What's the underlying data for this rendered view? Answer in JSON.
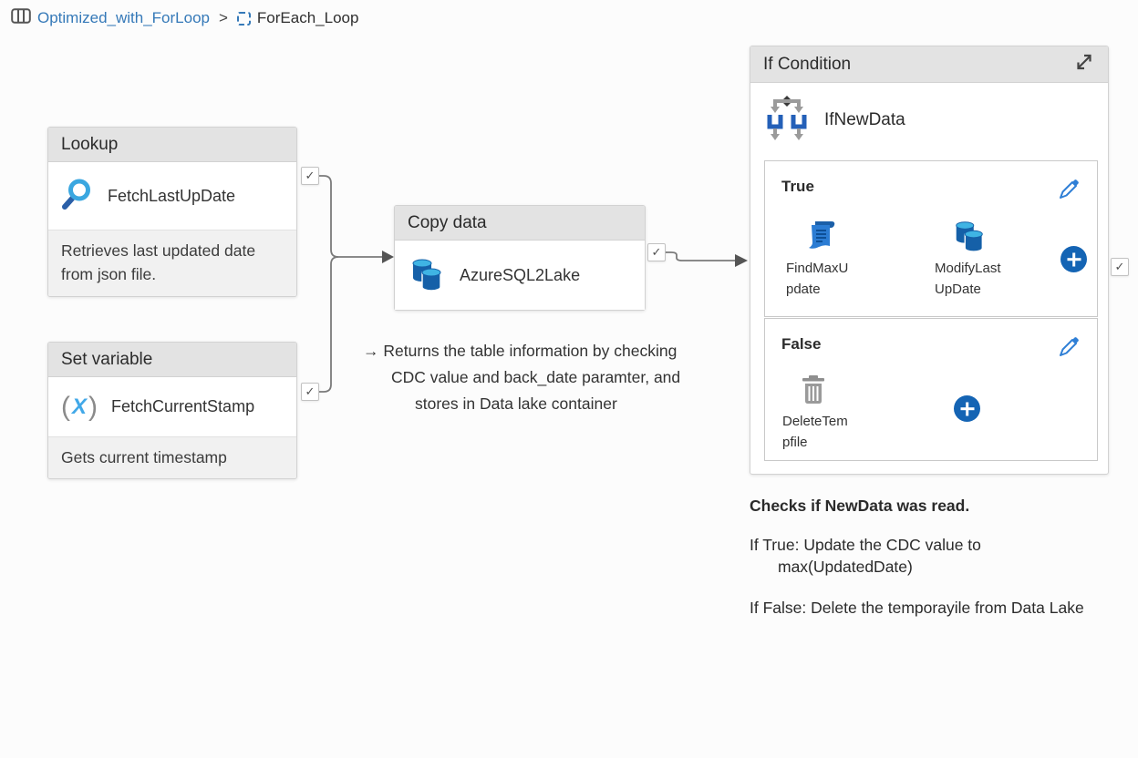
{
  "breadcrumb": {
    "pipeline": "Optimized_with_ForLoop",
    "separator": ">",
    "activity": "ForEach_Loop"
  },
  "icons": {
    "check": "✓"
  },
  "lookup": {
    "type": "Lookup",
    "name": "FetchLastUpDate",
    "note": "Retrieves last updated date from json file."
  },
  "set_variable": {
    "type": "Set variable",
    "name": "FetchCurrentStamp",
    "paren_open": "(",
    "x_glyph": "X",
    "paren_close": ")",
    "note": "Gets current timestamp"
  },
  "copy_data": {
    "type": "Copy data",
    "name": "AzureSQL2Lake"
  },
  "copy_note": {
    "line1": "→ Returns the table information by checking",
    "line2": "CDC value and back_date paramter, and",
    "line3": "stores in Data lake container"
  },
  "if_condition": {
    "type": "If Condition",
    "name": "IfNewData",
    "true_branch": {
      "label": "True",
      "node1": {
        "line1": "FindMaxU",
        "line2": "pdate"
      },
      "node2": {
        "line1": "ModifyLast",
        "line2": "UpDate"
      }
    },
    "false_branch": {
      "label": "False",
      "node1": {
        "line1": "DeleteTem",
        "line2": "pfile"
      }
    }
  },
  "if_note": {
    "title": "Checks if NewData was read.",
    "true_line1": "If True: Update the CDC value to",
    "true_line2": "max(UpdatedDate)",
    "false_line": "If False: Delete the temporayile from Data Lake"
  },
  "colors": {
    "link_blue": "#3579b8",
    "icon_blue": "#2b7cd3",
    "plus_blue": "#1464b4",
    "db_dark": "#1560a8",
    "db_light": "#3fb4e4",
    "header_gray": "#e3e3e3"
  }
}
